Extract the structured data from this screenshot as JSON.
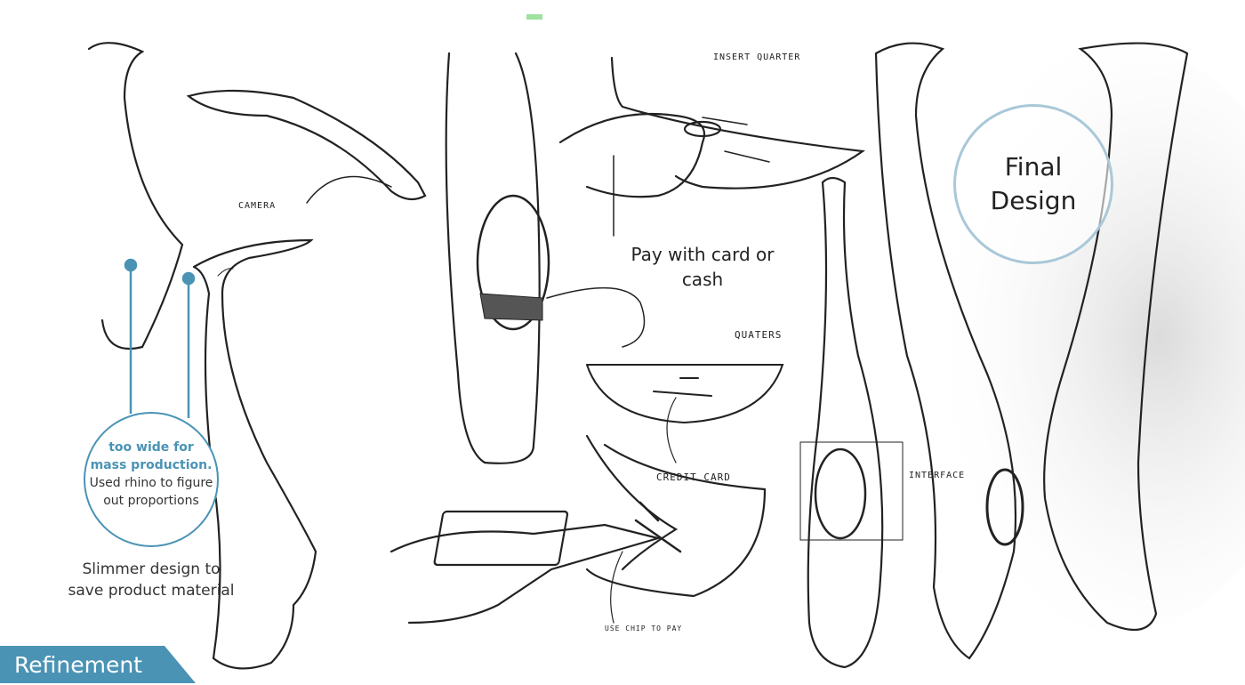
{
  "labels": {
    "camera": "CAMERA",
    "insert_quarter": "INSERT QUARTER",
    "quaters": "QUATERS",
    "credit_card": "CREDIT CARD",
    "interface": "INTERFACE",
    "use_chip": "USE CHIP TO PAY"
  },
  "note": {
    "bold_line1": "too wide for",
    "bold_line2": "mass production.",
    "regular_line1": "Used rhino to figure",
    "regular_line2": "out proportions"
  },
  "slimmer": {
    "line1": "Slimmer design to",
    "line2": "save product material"
  },
  "pay": {
    "line1": "Pay with card or",
    "line2": "cash"
  },
  "final": {
    "line1": "Final",
    "line2": "Design"
  },
  "banner": "Refinement",
  "colors": {
    "accent": "#4a93b5",
    "final_ring": "#a9c8d8"
  }
}
